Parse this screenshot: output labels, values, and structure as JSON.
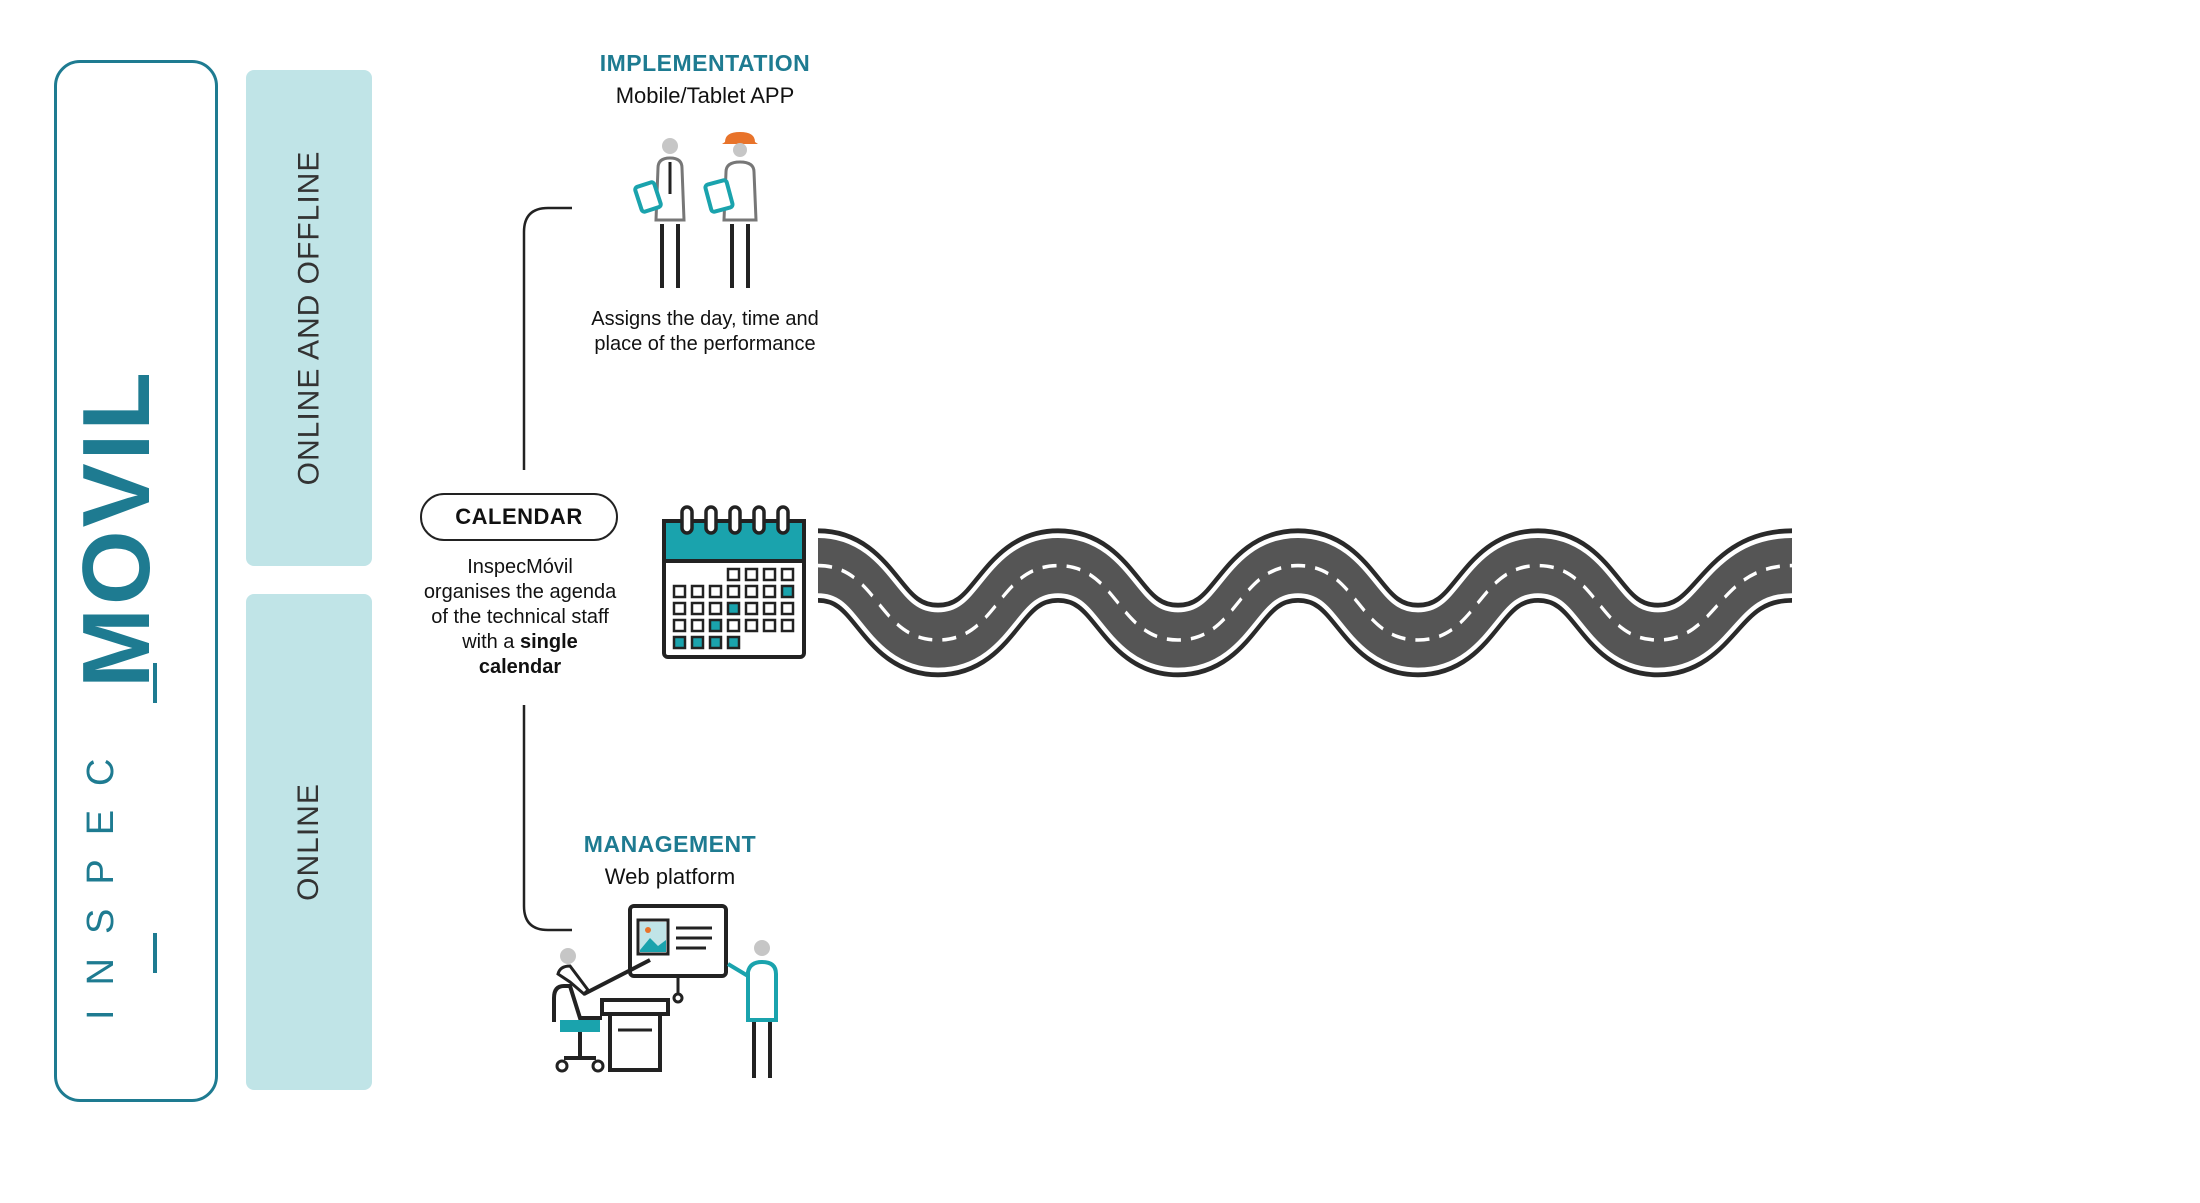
{
  "brand": {
    "word1": "INSPEC",
    "word2": "MOVIL"
  },
  "modes": {
    "top": "ONLINE AND OFFLINE",
    "bottom": "ONLINE"
  },
  "implementation": {
    "title": "IMPLEMENTATION",
    "subtitle": "Mobile/Tablet APP",
    "desc_line1": "Assigns the day, time and",
    "desc_line2": "place of the performance"
  },
  "calendar": {
    "label": "CALENDAR",
    "desc_line1": "InspecMóvil",
    "desc_line2": "organises the agenda",
    "desc_line3": "of the technical staff",
    "desc_line4_prefix": "with a ",
    "desc_line4_bold": "single",
    "desc_line5_bold": "calendar"
  },
  "management": {
    "title": "MANAGEMENT",
    "subtitle": "Web platform"
  },
  "colors": {
    "teal": "#1e7b91",
    "panel": "#c0e4e7",
    "road": "#555555",
    "helmet": "#e8732a"
  },
  "icons": [
    "workers-icon",
    "calendar-icon",
    "winding-road-icon",
    "web-platform-icon"
  ]
}
